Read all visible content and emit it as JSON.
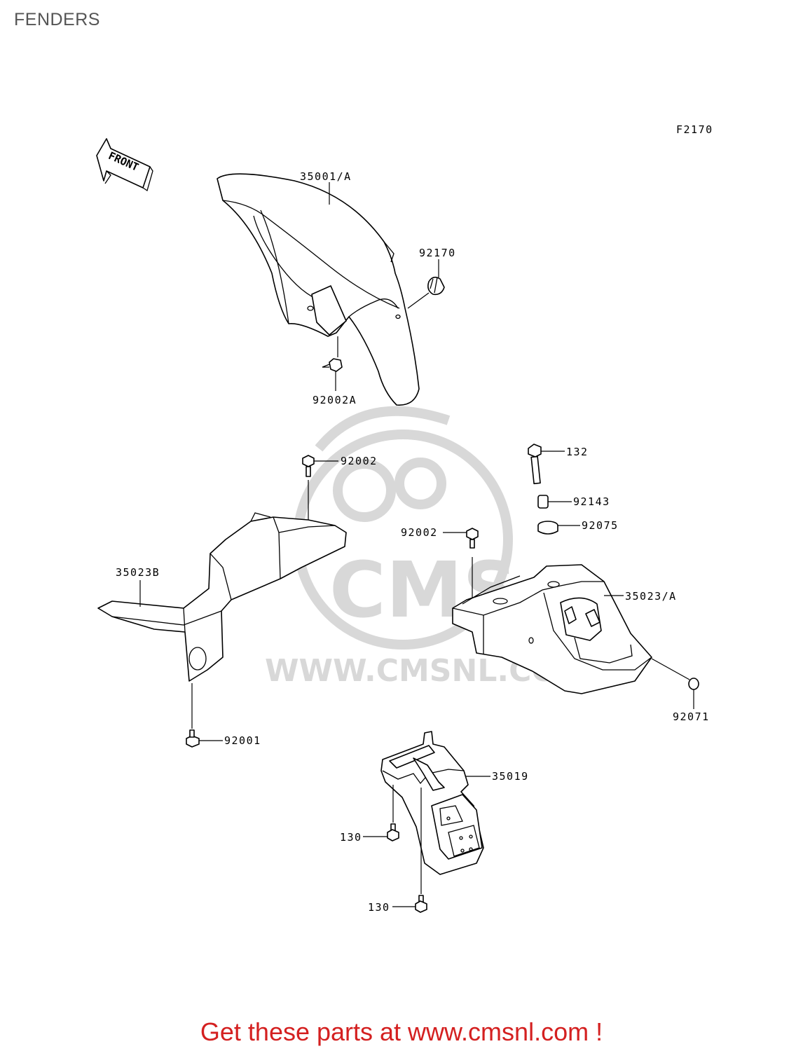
{
  "page_title": "FENDERS",
  "diagram_code": "F2170",
  "front_arrow_label": "FRONT",
  "watermark": {
    "brand": "CMS",
    "url": "WWW.CMSNL.COM"
  },
  "part_labels": {
    "front_fender": "35001/A",
    "clamp": "92170",
    "front_fender_bolt": "92002A",
    "inner_fender_bolt": "92002",
    "inner_fender": "35023B",
    "inner_fender_lower_bolt": "92001",
    "rear_bolt": "132",
    "collar": "92143",
    "grommet": "92075",
    "rear_fender_bolt": "92002",
    "rear_fender": "35023/A",
    "cap": "92071",
    "flap": "35019",
    "flap_bolt_upper": "130",
    "flap_bolt_lower": "130"
  },
  "footer_text": "Get these parts at www.cmsnl.com !"
}
